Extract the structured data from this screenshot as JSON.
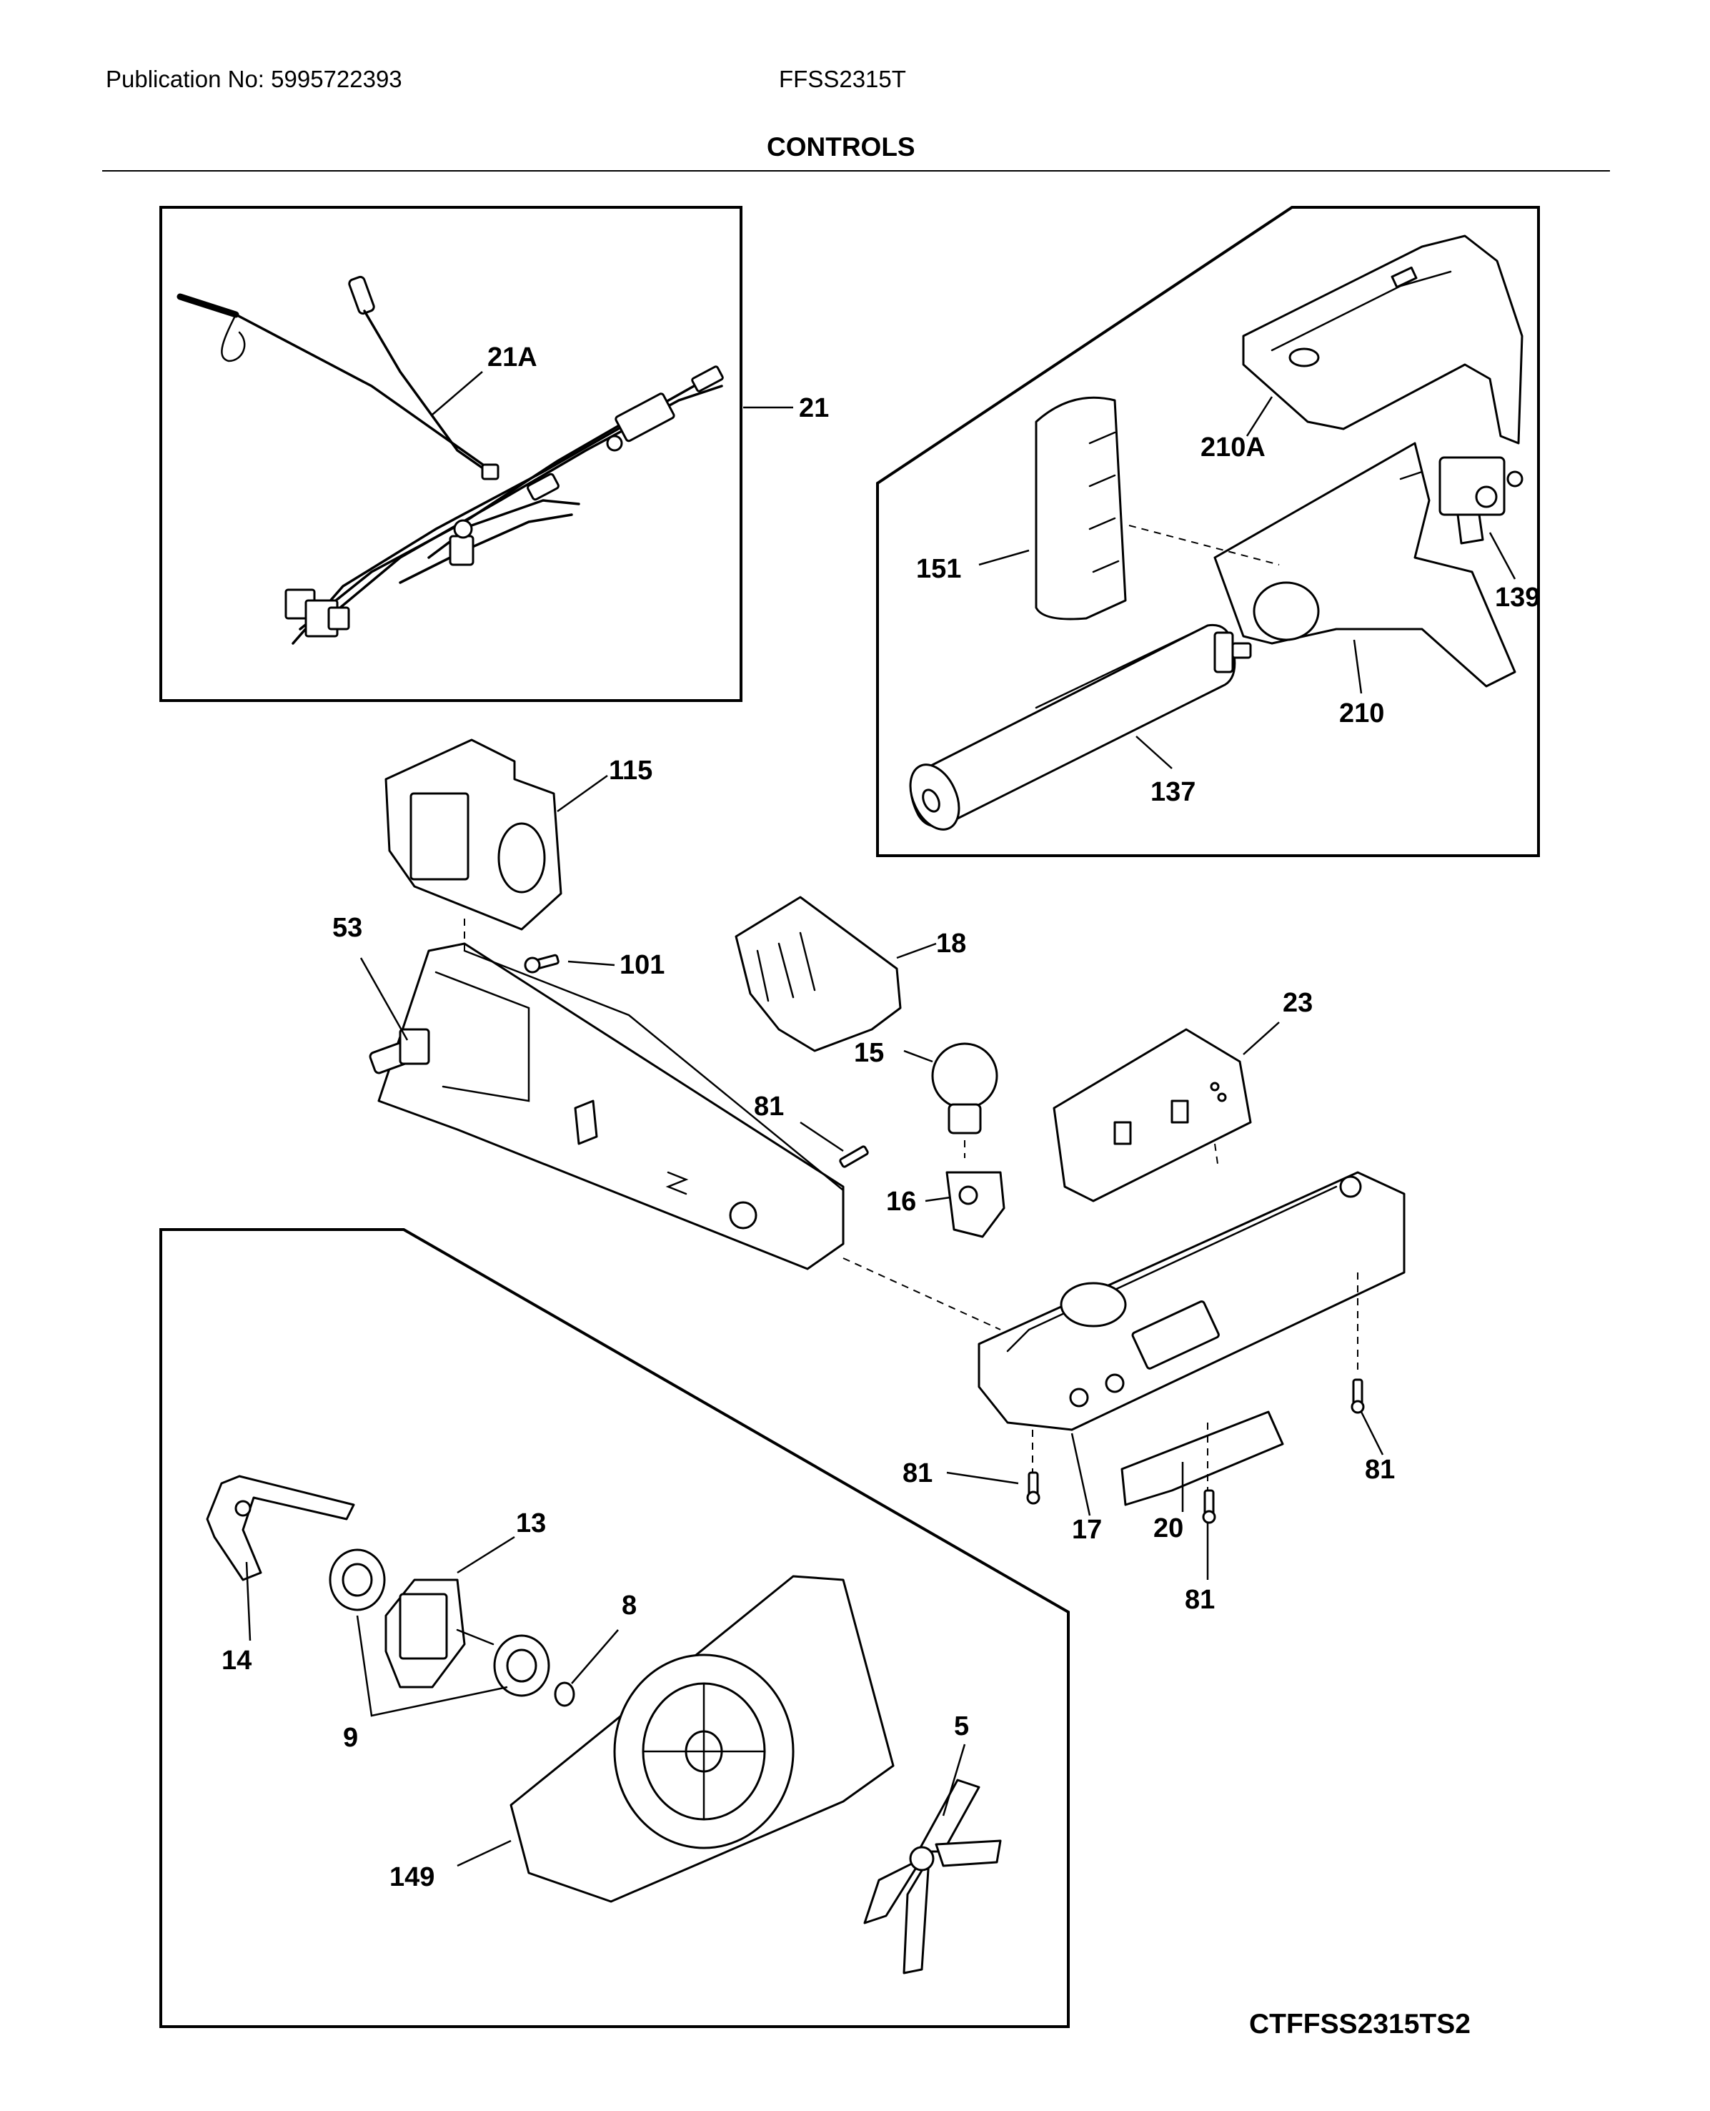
{
  "header": {
    "publication": "Publication No: 5995722393",
    "model": "FFSS2315T",
    "title": "CONTROLS"
  },
  "footer": {
    "code": "CTFFSS2315TS2"
  },
  "callouts": {
    "c21A": "21A",
    "c21": "21",
    "c210A": "210A",
    "c151": "151",
    "c139": "139",
    "c210": "210",
    "c137": "137",
    "c115": "115",
    "c53": "53",
    "c101": "101",
    "c18": "18",
    "c23": "23",
    "c15": "15",
    "c81a": "81",
    "c16": "16",
    "c81b": "81",
    "c17": "17",
    "c20": "20",
    "c81c": "81",
    "c81d": "81",
    "c13": "13",
    "c14": "14",
    "c8": "8",
    "c9": "9",
    "c5": "5",
    "c149": "149"
  }
}
